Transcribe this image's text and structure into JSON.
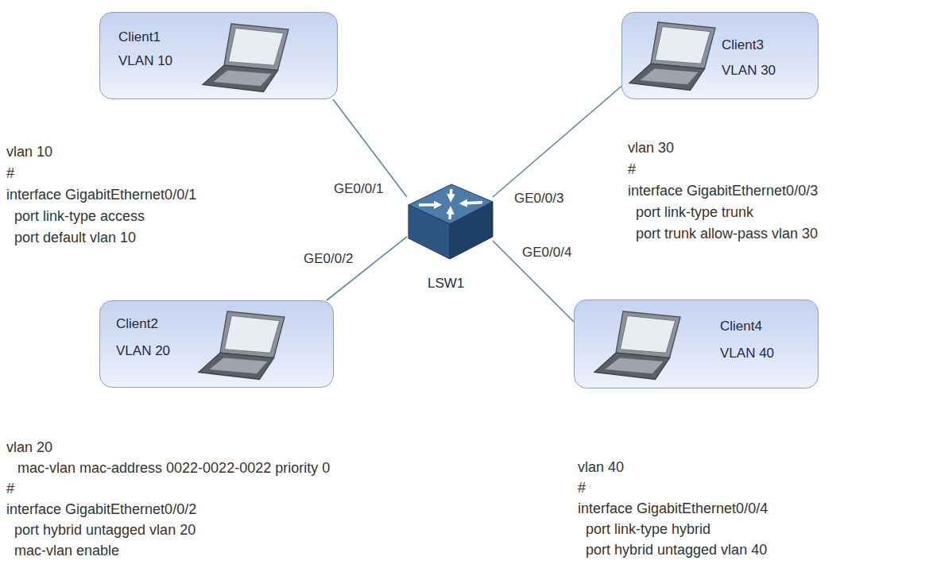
{
  "diagram": {
    "nodes": [
      {
        "text": [
          "Client1",
          "VLAN 10"
        ]
      },
      {
        "text": [
          "Client3",
          "VLAN 30"
        ]
      },
      {
        "text": [
          "LSW1"
        ]
      },
      {
        "text": [
          "Client2",
          "VLAN 20"
        ]
      },
      {
        "text": [
          "Client4",
          "VLAN 40"
        ]
      }
    ],
    "edges": [
      {
        "from": 2,
        "to": 0,
        "arrow": "none",
        "label": "GE0/0/1"
      },
      {
        "from": 2,
        "to": 1,
        "arrow": "none",
        "label": "GE0/0/3"
      },
      {
        "from": 2,
        "to": 3,
        "arrow": "none",
        "label": "GE0/0/2"
      },
      {
        "from": 2,
        "to": 4,
        "arrow": "none",
        "label": "GE0/0/4"
      }
    ],
    "labels": [
      "vlan 10",
      "#",
      "interface GigabitEthernet0/0/1",
      "port link-type access",
      "port default vlan 10",
      "vlan 30",
      "#",
      "interface GigabitEthernet0/0/3",
      "port link-type trunk",
      "port trunk allow-pass vlan 30",
      "vlan 20",
      "mac-vlan mac-address 0022-0022-0022 priority 0",
      "#",
      "interface GigabitEthernet0/0/2",
      "port hybrid untagged vlan 20",
      "mac-vlan enable",
      "vlan 40",
      "#",
      "interface GigabitEthernet0/0/4",
      "port link-type hybrid",
      "port hybrid untagged vlan 40"
    ]
  }
}
